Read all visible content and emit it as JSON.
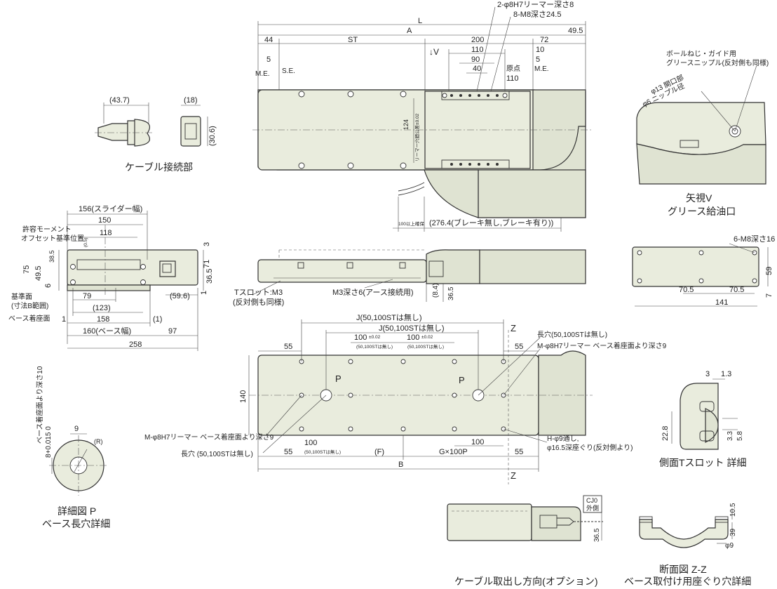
{
  "top_view": {
    "dims_top": [
      "2-φ8H7リーマー深さ8",
      "8-M8深さ24.5",
      "L",
      "A",
      "49.5",
      "44",
      "ST",
      "200",
      "72",
      "110",
      "90",
      "40",
      "10",
      "5",
      "5",
      "110"
    ],
    "labels": [
      "↓V",
      "M.E.",
      "S.E.",
      "原点",
      "M.E."
    ],
    "vertical_note": "リーマー穴間公差±0.02",
    "vertical_124": "124",
    "bottom": [
      "100以上確保",
      "(276.4(ブレーキ無し,ブレーキ有り))"
    ]
  },
  "cable_detail": {
    "dims": [
      "(43.7)",
      "(18)",
      "(30.6)"
    ],
    "caption": "ケーブル接続部"
  },
  "view_v": {
    "labels": [
      "ボールねじ・ガイド用",
      "グリースニップル(反対側も同様)",
      "φ13 開口部",
      "φ6 ニップル径"
    ],
    "caption1": "矢視V",
    "caption2": "グリース給油口"
  },
  "end_view": {
    "dims": [
      "156(スライダー幅)",
      "150",
      "118",
      "(0.5)",
      "38.5",
      "75",
      "49.5",
      "6",
      "3",
      "71",
      "36.5",
      "1",
      "(59.6)",
      "79",
      "(123)",
      "158",
      "1",
      "160(ベース幅)",
      "(1)",
      "97",
      "258"
    ],
    "labels": [
      "許容モーメント",
      "オフセット基準位置",
      "基準面",
      "(寸法B範囲)",
      "ベース着座面"
    ]
  },
  "side_view": {
    "labels": [
      "Tスロット:M3",
      "(反対側も同様)",
      "M3深さ6(アース接続用)",
      "(8.4)",
      "36.5"
    ]
  },
  "slider_view": {
    "dims": [
      "6-M8深さ16",
      "59",
      "7",
      "70.5",
      "70.5",
      "141"
    ]
  },
  "bottom_view": {
    "dims": [
      "J(50,100STは無し)",
      "J(50,100STは無し)",
      "100",
      "±0.02",
      "(50,100STは無し)",
      "100",
      "±0.02",
      "(50,100STは無し)",
      "55",
      "55",
      "140",
      "55",
      "100",
      "(50,100STは無し)",
      "(F)",
      "G×100P",
      "100",
      "55",
      "B"
    ],
    "labels": [
      "Z",
      "Z",
      "P",
      "P",
      "長穴(50,100STは無し)",
      "M-φ8H7リーマー ベース着座面より深さ9",
      "M-φ8H7リーマー ベース着座面より深さ9",
      "長穴 (50,100STは無し)",
      "H-φ9通し,",
      "φ16.5深座ぐり(反対側より)"
    ]
  },
  "detail_p": {
    "vertical": "ベース着座面より深さ10",
    "tol": "8+0.015 0",
    "dims": [
      "9",
      "(R)"
    ],
    "caption1": "詳細図 P",
    "caption2": "ベース長穴詳細"
  },
  "tslot_detail": {
    "dims": [
      "3",
      "1.3",
      "22.8",
      "3.3",
      "5.8"
    ],
    "caption": "側面Tスロット 詳細"
  },
  "cable_option": {
    "label_box": [
      "CJ0",
      "外側"
    ],
    "dims": [
      "36.5"
    ],
    "caption": "ケーブル取出し方向(オプション)"
  },
  "section_zz": {
    "dims": [
      "10.5",
      "39",
      "φ9"
    ],
    "caption1": "断面図 Z-Z",
    "caption2": "ベース取付け用座ぐり穴詳細"
  }
}
